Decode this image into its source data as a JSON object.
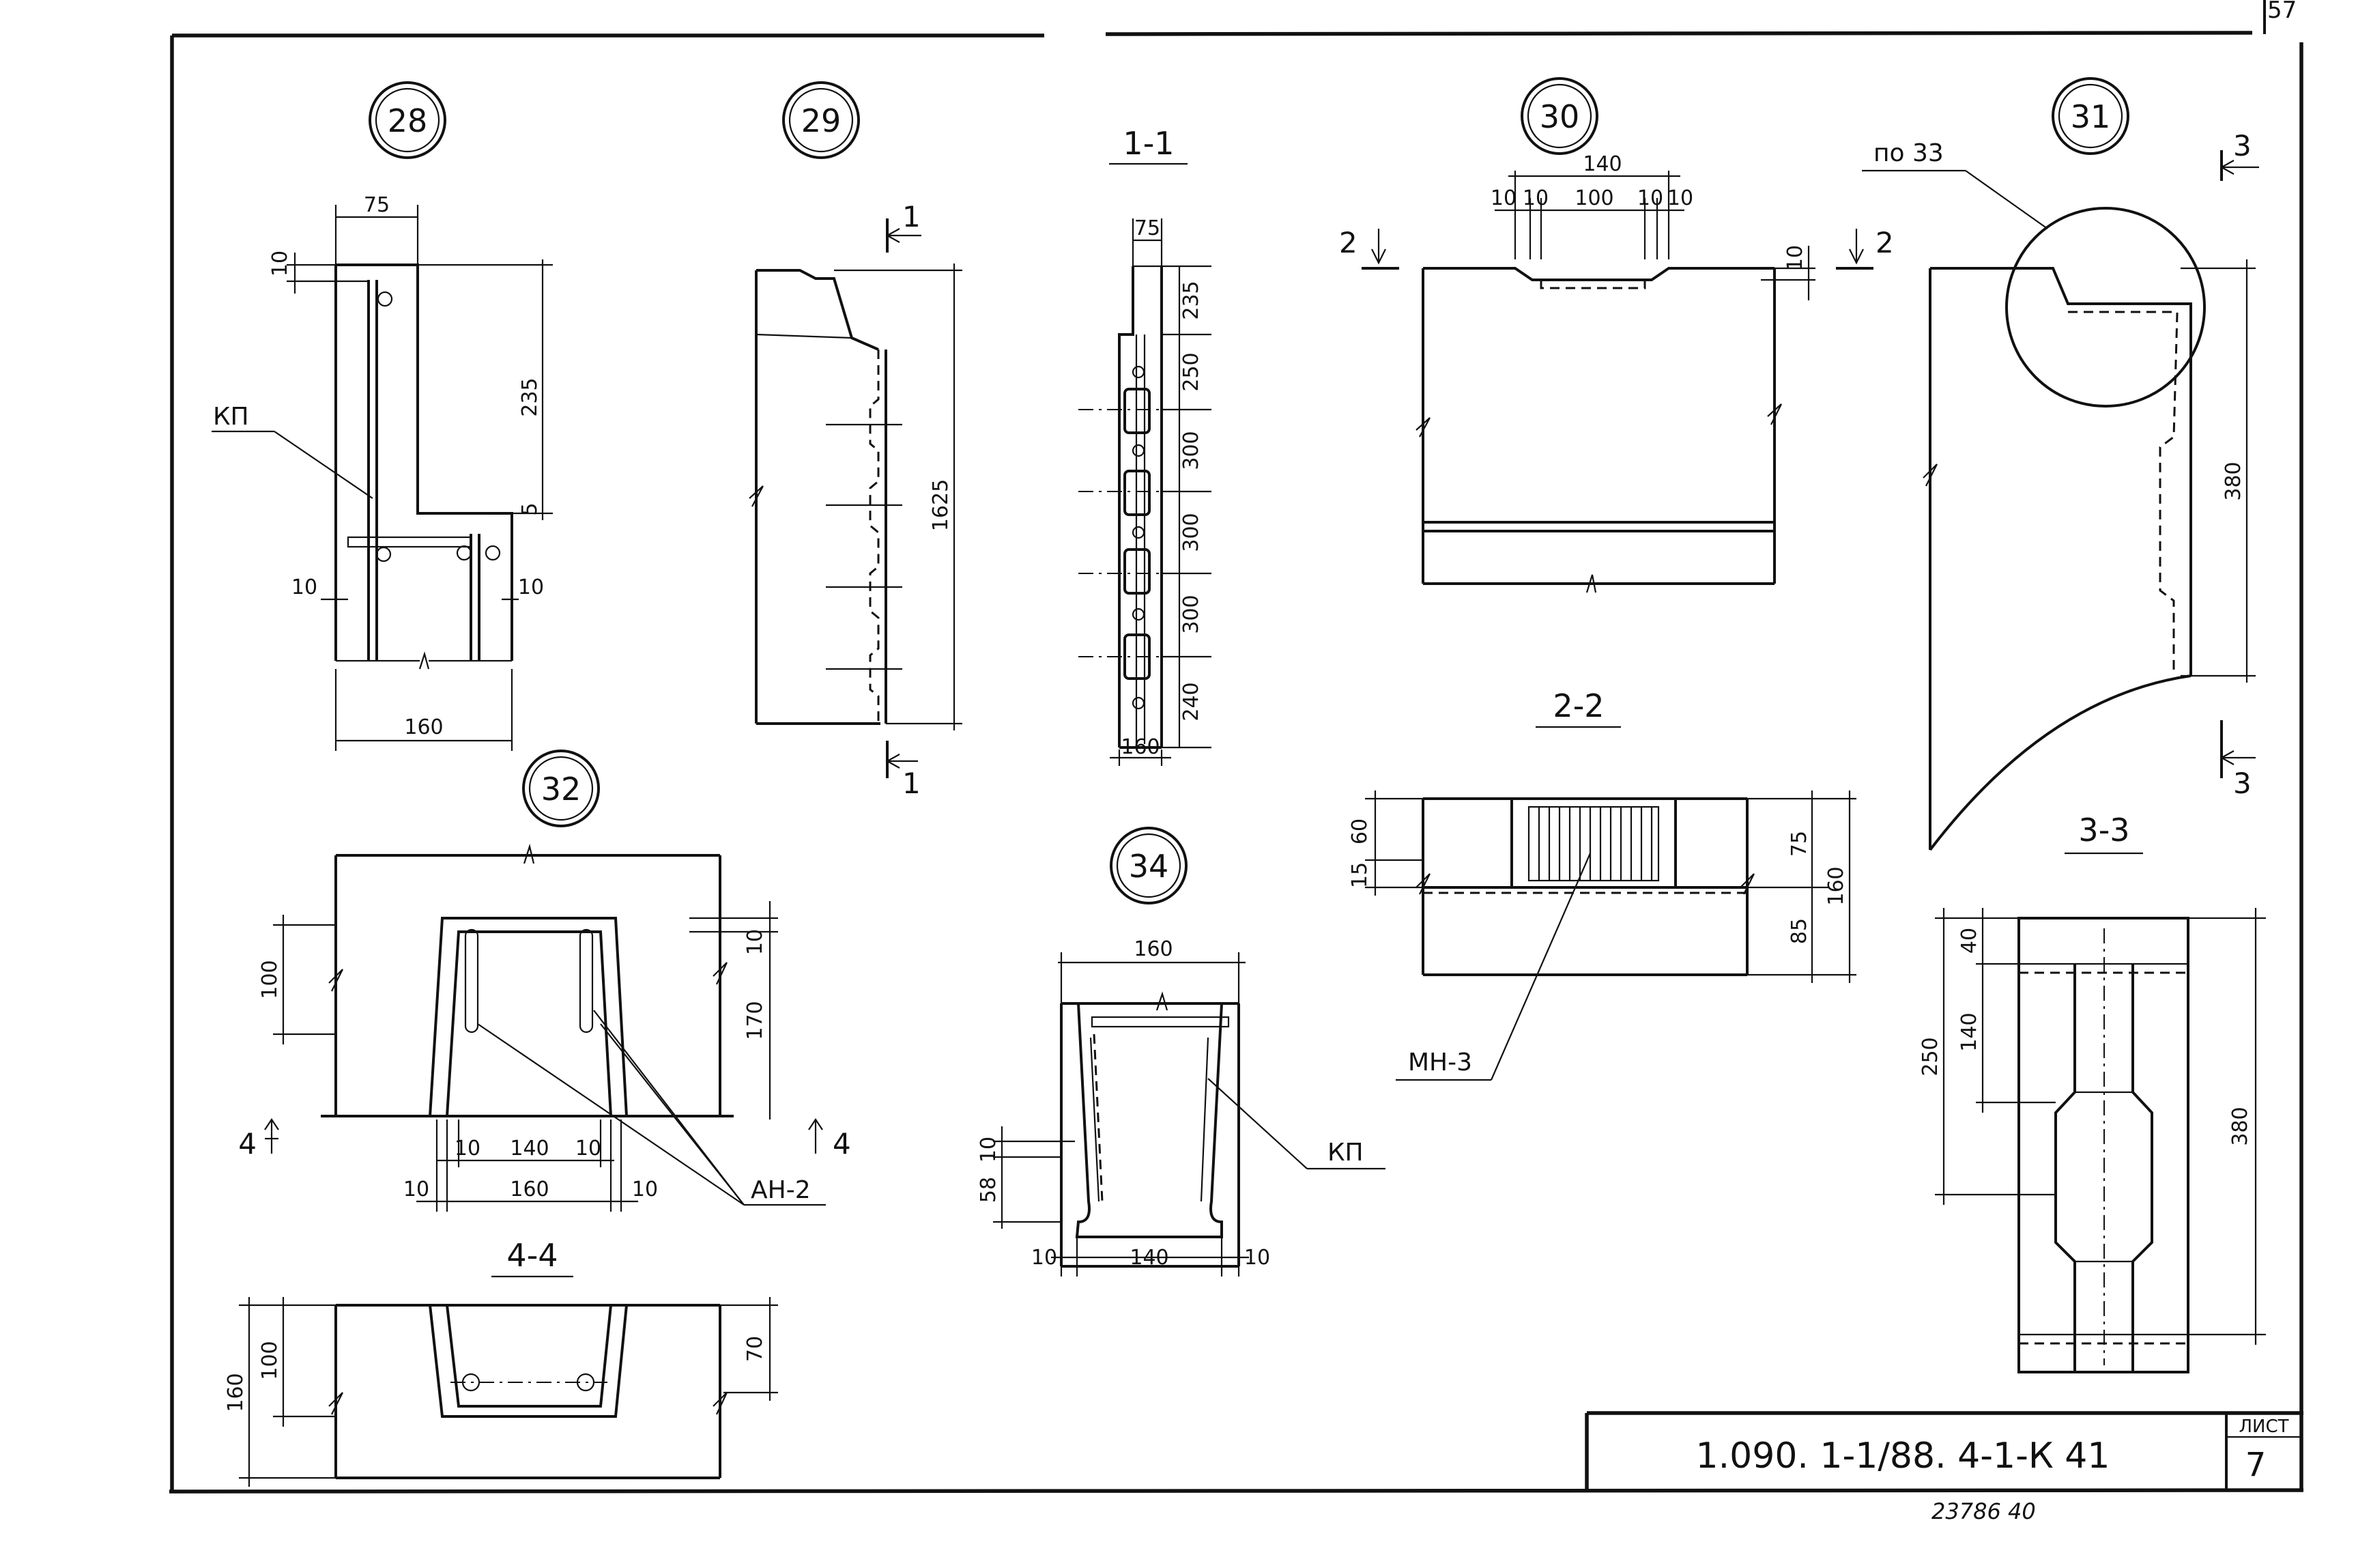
{
  "corner_number": "57",
  "stamp_number": "23786   40",
  "title_block": {
    "code": "1.090. 1-1/88. 4-1-К 41",
    "sheet_label": "ЛИСТ",
    "sheet_number": "7"
  },
  "callouts": [
    "28",
    "29",
    "30",
    "31",
    "32",
    "34"
  ],
  "sections": {
    "s11": "1-1",
    "s22": "2-2",
    "s33": "3-3",
    "s44": "4-4"
  },
  "markers": {
    "m1": "1",
    "m2": "2",
    "m3": "3",
    "m4": "4"
  },
  "labels": {
    "kp": "КП",
    "an2": "АН-2",
    "mn3": "МН-3",
    "po33": "по 33"
  },
  "dims": {
    "d28": [
      "75",
      "10",
      "235",
      "5",
      "10",
      "10",
      "160"
    ],
    "d29": [
      "1625"
    ],
    "d11": [
      "75",
      "235",
      "250",
      "300",
      "300",
      "300",
      "240",
      "160"
    ],
    "d30": [
      "140",
      "10",
      "10",
      "100",
      "10",
      "10",
      "10"
    ],
    "d31": [
      "380"
    ],
    "d22": [
      "60",
      "15",
      "75",
      "85",
      "160"
    ],
    "d32": [
      "100",
      "10",
      "170",
      "10",
      "140",
      "10",
      "10",
      "160",
      "10"
    ],
    "d34": [
      "160",
      "10",
      "58",
      "10",
      "140",
      "10"
    ],
    "d33": [
      "40",
      "140",
      "250",
      "380"
    ],
    "d44": [
      "160",
      "100",
      "70"
    ]
  }
}
